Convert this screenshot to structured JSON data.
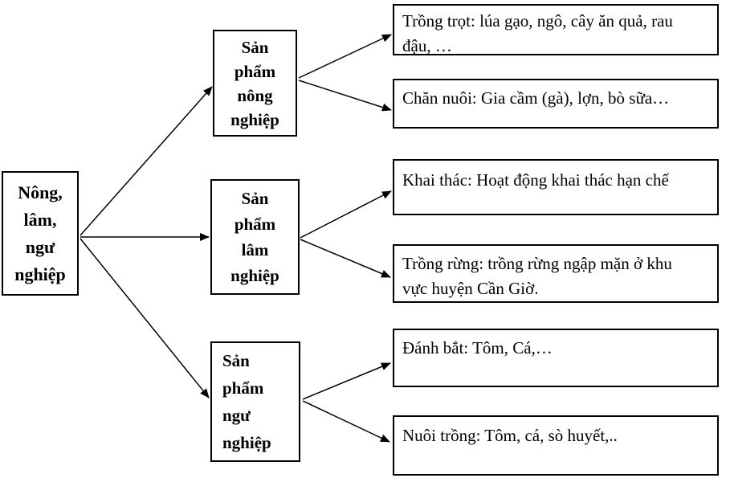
{
  "diagram": {
    "type": "flowchart",
    "colors": {
      "border": "#000000",
      "background": "#ffffff",
      "text": "#000000"
    },
    "root": {
      "id": "nong-lam-ngu-nghiep",
      "label": "Nông,\nlâm,\nngư\nnghiệp"
    },
    "branches": [
      {
        "id": "san-pham-nong-nghiep",
        "label": "Sản\nphẩm\nnông\nnghiệp",
        "leaves": [
          {
            "id": "trong-trot",
            "label": "Trồng trọt: lúa gạo, ngô, cây ăn quả, rau\nđậu, …"
          },
          {
            "id": "chan-nuoi",
            "label": "Chăn nuôi: Gia cầm (gà), lợn, bò sữa…"
          }
        ]
      },
      {
        "id": "san-pham-lam-nghiep",
        "label": "Sản\nphẩm\nlâm\nnghiệp",
        "leaves": [
          {
            "id": "khai-thac",
            "label": "Khai thác: Hoạt động khai thác hạn chế"
          },
          {
            "id": "trong-rung",
            "label": "Trồng rừng: trồng rừng ngập mặn ở khu\nvực huyện Cần Giờ."
          }
        ]
      },
      {
        "id": "san-pham-ngu-nghiep",
        "label": "Sản\nphẩm\nngư\nnghiệp",
        "leaves": [
          {
            "id": "danh-bat",
            "label": "Đánh bắt: Tôm, Cá,…"
          },
          {
            "id": "nuoi-trong",
            "label": "Nuôi trồng: Tôm, cá, sò huyết,.."
          }
        ]
      }
    ]
  }
}
